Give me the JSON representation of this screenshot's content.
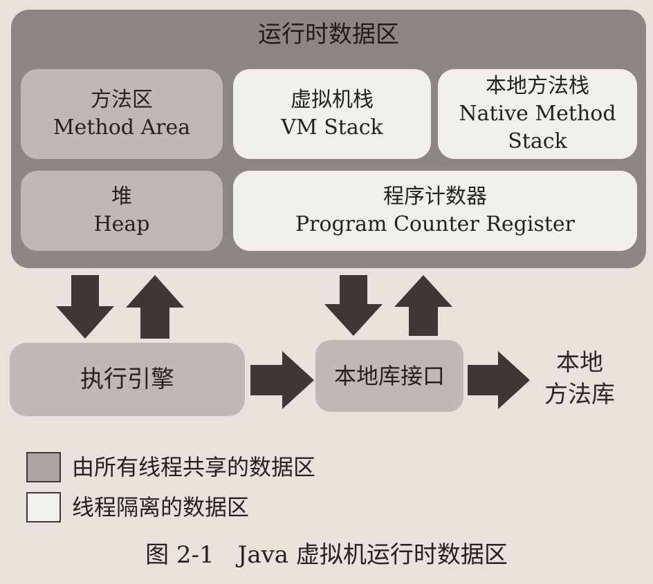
{
  "title": "运行时数据区",
  "regions": {
    "method_area": {
      "zh": "方法区",
      "en": "Method Area"
    },
    "vm_stack": {
      "zh": "虚拟机栈",
      "en": "VM Stack"
    },
    "native_method_stack": {
      "zh": "本地方法栈",
      "en_line1": "Native Method",
      "en_line2": "Stack"
    },
    "heap": {
      "zh": "堆",
      "en": "Heap"
    },
    "pc_register": {
      "zh": "程序计数器",
      "en": "Program Counter Register"
    }
  },
  "execution_engine": "执行引擎",
  "native_interface": "本地库接口",
  "native_library": {
    "line1": "本地",
    "line2": "方法库"
  },
  "legend": {
    "shared": "由所有线程共享的数据区",
    "isolated": "线程隔离的数据区"
  },
  "caption": "图 2-1　Java 虚拟机运行时数据区",
  "colors": {
    "container": "#8b8785",
    "shared": "#bdb9b5",
    "isolated": "#f1efec",
    "arrow": "#3b3836"
  }
}
